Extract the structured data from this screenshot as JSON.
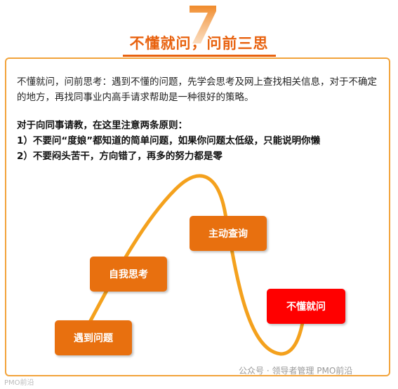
{
  "header": {
    "number": "7",
    "title": "不懂就问，问前三思"
  },
  "intro": "不懂就问，问前思考：遇到不懂的问题，先学会思考及网上查找相关信息，对于不确定的地方，再找同事业内高手请求帮助是一种很好的策略。",
  "rules": {
    "heading": "对于向同事请教，在这里注意两条原则：",
    "rule1": "1）不要问“度娘”都知道的简单问题，如果你问题太低级，只能说明你懒",
    "rule2": "2）不要闷头苦干，方向错了，再多的努力都是零"
  },
  "steps": {
    "s1": "遇到问题",
    "s2": "自我思考",
    "s3": "主动查询",
    "s4": "不懂就问"
  },
  "colors": {
    "accent": "#e8700f",
    "highlight": "#ff0000",
    "curve": "#f4a11d"
  },
  "watermarks": {
    "official": "公众号 · 领导者管理 PMO前沿",
    "corner": "PMO前沿"
  }
}
